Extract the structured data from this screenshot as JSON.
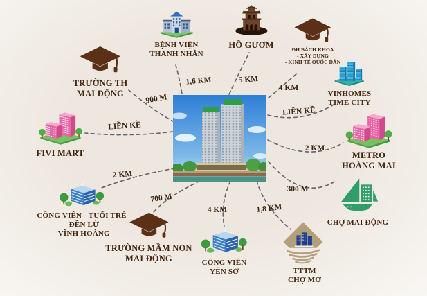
{
  "diagram": {
    "type": "real-estate-location-map",
    "center": {
      "name": "central-apartment-towers",
      "description": "High-rise twin apartment towers render with river in front"
    },
    "landmarks": [
      {
        "id": "truong-th-mai-dong",
        "icon": "graduation-cap-icon",
        "label": "TRƯỜNG TH\nMAI ĐỘNG"
      },
      {
        "id": "benh-vien-thanh-nhan",
        "icon": "hospital-building-icon",
        "label": "BỆNH VIỆN\nTHANH NHÂN"
      },
      {
        "id": "ho-guom",
        "icon": "turtle-tower-icon",
        "label": "HỒ GƯƠM"
      },
      {
        "id": "dh-bach-khoa",
        "icon": "graduation-cap-icon",
        "label": "ĐH BÁCH KHOA\n- XÂY DỰNG\n- KINH TẾ QUỐC DÂN"
      },
      {
        "id": "vinhomes-time-city",
        "icon": "blue-towers-icon",
        "label": "VINHOMES\nTIME CITY"
      },
      {
        "id": "metro-hoang-mai",
        "icon": "pink-building-icon",
        "label": "METRO\nHOÀNG MAI"
      },
      {
        "id": "cho-mai-dong",
        "icon": "green-market-logo-icon",
        "label": "CHỢ MAI ĐỘNG"
      },
      {
        "id": "tttm-cho-mo",
        "icon": "diamond-mall-logo-icon",
        "label": "TTTM\nCHỢ MƠ"
      },
      {
        "id": "cong-vien-yen-so",
        "icon": "park-building-icon",
        "label": "CÔNG VIÊN\nYÊN SỞ"
      },
      {
        "id": "truong-mam-non-mai-dong",
        "icon": "graduation-cap-icon",
        "label": "TRƯỜNG MẦM NON\nMAI ĐỘNG"
      },
      {
        "id": "cong-vien-tuoi-tre",
        "icon": "park-building-icon",
        "label": "CÔNG VIÊN - TUỔI TRẺ\n- ĐỀN LỪ\n- VĨNH HOÀNG"
      },
      {
        "id": "fivi-mart",
        "icon": "pink-building-icon",
        "label": "FIVI MART"
      }
    ],
    "distances": [
      {
        "to": "truong-th-mai-dong",
        "text": "900 M"
      },
      {
        "to": "benh-vien-thanh-nhan",
        "text": "1,6 KM"
      },
      {
        "to": "ho-guom",
        "text": "5 KM"
      },
      {
        "to": "dh-bach-khoa",
        "text": "4 KM"
      },
      {
        "to": "vinhomes-time-city",
        "text": "LIỀN KỀ"
      },
      {
        "to": "metro-hoang-mai",
        "text": "2 KM"
      },
      {
        "to": "cho-mai-dong",
        "text": "300 M"
      },
      {
        "to": "tttm-cho-mo",
        "text": "1,8 KM"
      },
      {
        "to": "cong-vien-yen-so",
        "text": "4 KM"
      },
      {
        "to": "truong-mam-non-mai-dong",
        "text": "700 M"
      },
      {
        "to": "cong-vien-tuoi-tre",
        "text": "2 KM"
      },
      {
        "to": "fivi-mart",
        "text": "LIỀN KỀ"
      }
    ],
    "colors": {
      "background": "#efe8e1",
      "label_text": "#42260f",
      "distance_text": "#39220e",
      "connector": "#4c4c58",
      "cap_brown": "#5b3016",
      "pink_building": "#ea64a5",
      "blue_building": "#3d7fc4",
      "vinhomes_cyan": "#41b9e9",
      "green_base": "#74c35f",
      "market_green": "#2f9e68",
      "mall_tan": "#b3a07b"
    }
  }
}
